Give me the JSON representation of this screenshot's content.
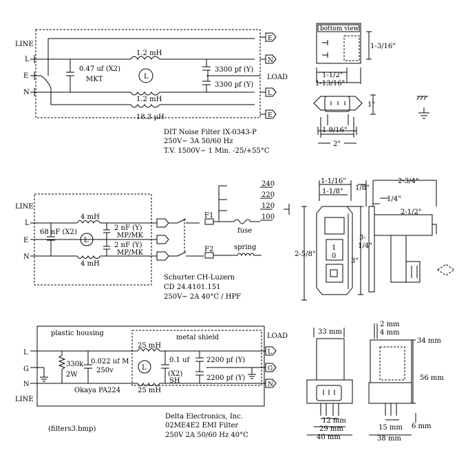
{
  "top": {
    "line": "LINE",
    "l": "L",
    "e": "E",
    "n": "N",
    "cap_x": "0.47 uf (X2)",
    "cap_x2": "MKT",
    "ind1": "1.2 mH",
    "ind2": "1.2 mH",
    "ind3": "18.3 µH",
    "coil": "L",
    "capy1": "3300 pf (Y)",
    "capy2": "3300 pf (Y)",
    "load": "LOAD",
    "out_e1": "E",
    "out_n": "N",
    "out_l": "L",
    "out_e2": "E",
    "desc1": "DIT Noise Filter    IX-0343-P",
    "desc2": "250V∼  3A   50/60 Hz",
    "desc3": "T.V. 1500V∼ 1 Min.  -25/+55°C",
    "bottom_view": "bottom view",
    "dim_h": "1-3/16\"",
    "dim_w1": "1-1/2\"",
    "dim_w2": "1-13/16\"",
    "dim_1": "1\"",
    "dim_1916": "1 9/16\"",
    "dim_2": "2\""
  },
  "mid": {
    "line": "LINE",
    "l": "L",
    "e": "E",
    "n": "N",
    "cap_x": "68 nF (X2)",
    "ind1": "4 mH",
    "ind2": "4 mH",
    "coil": "L",
    "capy1a": "2 nF (Y)",
    "capy1b": "MP/MK",
    "capy2a": "2 nF (Y)",
    "capy2b": "MP/MK",
    "f1": "F1",
    "f2": "F2",
    "fuse": "fuse",
    "spring": "spring",
    "v240": "240",
    "v220": "220",
    "v120": "120",
    "v100": "100",
    "desc1": "Schurter        CH-Luzern",
    "desc2": "CD 24.4101.151",
    "desc3": "250V∼  2A   40°C / HPF",
    "d_1116": "1-1/16\"",
    "d_118": "1-1/8\"",
    "d_18": "1/8\"",
    "d_234": "2-3/4\"",
    "d_14": "1/4\"",
    "d_212": "2-1/2\"",
    "d_258": "2-5/8\"",
    "d_314a": "3-",
    "d_314b": "1/4\"",
    "d_3": "3\"",
    "sw_1": "1",
    "sw_0": "0"
  },
  "bot": {
    "plastic": "plastic housing",
    "shield": "metal shield",
    "load": "LOAD",
    "line": "LINE",
    "l": "L",
    "g": "G",
    "n": "N",
    "out_l": "L",
    "out_g": "G",
    "out_n": "N",
    "res1": "330k",
    "res2": "2W",
    "cap1": "0.022 uf M",
    "cap2": "250v",
    "ind1": "25 mH",
    "ind2": "25 mH",
    "coil": "L",
    "c01": "0.1 uf",
    "cx2": "(X2)",
    "sh": "SH",
    "cy1": "2200 pf (Y)",
    "cy2": "2200 pf (Y)",
    "okaya": "Okaya PA224",
    "desc1": "Delta Electronics, Inc.",
    "desc2": "02ME4E2  EMI Filter",
    "desc3": "250V  2A  50/60 Hz  40°C",
    "file": "(filters3.bmp)",
    "d33": "33 mm",
    "d12": "12 mm",
    "d29": "29 mm",
    "d40": "40 mm",
    "d2": "2 mm",
    "d4": "4 mm",
    "d34": "34 mm",
    "d56": "56 mm",
    "d15": "15 mm",
    "d6": "6 mm",
    "d38": "38 mm"
  }
}
